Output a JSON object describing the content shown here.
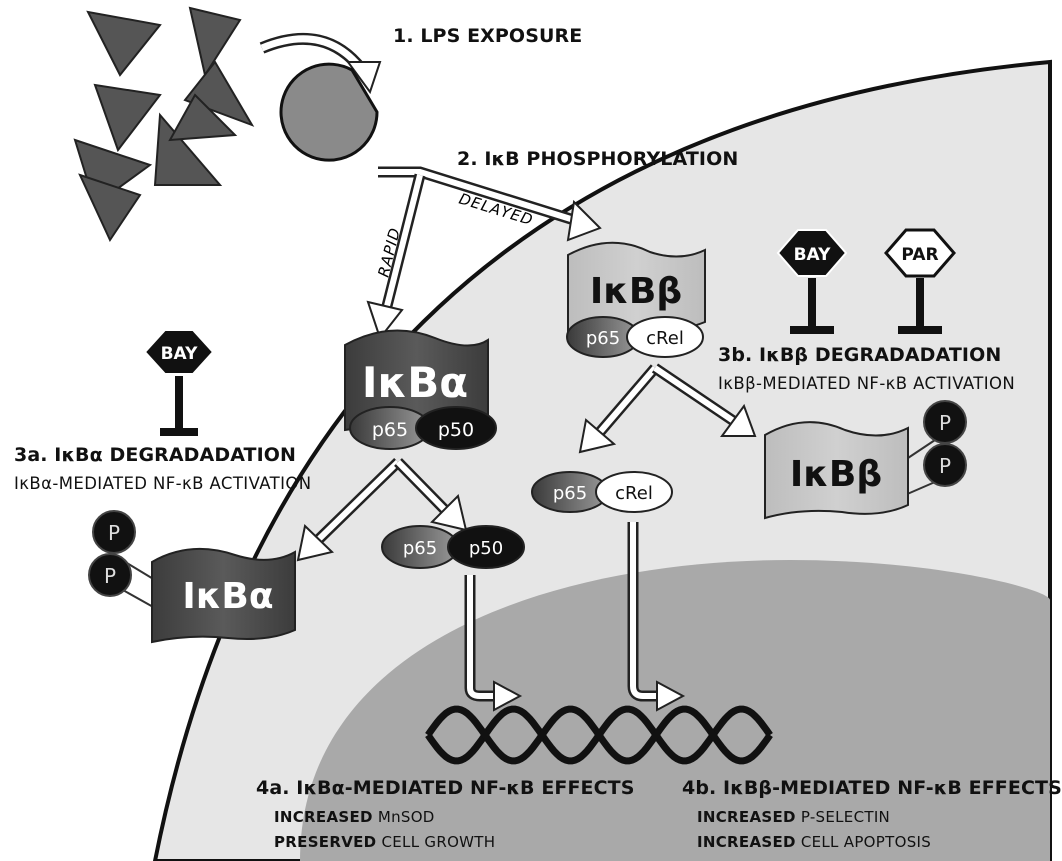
{
  "steps": {
    "step1": "1. LPS EXPOSURE",
    "step2": "2. IκB PHOSPHORYLATION",
    "rapid": "RAPID",
    "delayed": "DELAYED",
    "step3a": "3a. IκBα DEGRADADATION",
    "step3a_sub": "IκBα-MEDIATED NF-κB ACTIVATION",
    "step3b": "3b. IκBβ DEGRADADATION",
    "step3b_sub": "IκBβ-MEDIATED NF-κB ACTIVATION",
    "step4a": "4a. IκBα-MEDIATED NF-κB EFFECTS",
    "step4b": "4b. IκBβ-MEDIATED NF-κB EFFECTS"
  },
  "effects_4a": [
    {
      "bold": "INCREASED",
      "text": "MnSOD"
    },
    {
      "bold": "PRESERVED",
      "text": "CELL GROWTH"
    }
  ],
  "effects_4b": [
    {
      "bold": "INCREASED",
      "text": "P-SELECTIN"
    },
    {
      "bold": "INCREASED",
      "text": "CELL APOPTOSIS"
    }
  ],
  "proteins": {
    "ikba": "IκBα",
    "ikbb": "IκBβ",
    "p65": "p65",
    "p50": "p50",
    "crel": "cRel",
    "phospho": "P"
  },
  "inhibitors": {
    "bay": "BAY",
    "par": "PAR"
  },
  "colors": {
    "background": "#ffffff",
    "cytoplasm": "#e6e6e6",
    "nucleus": "#a9a9a9",
    "dark_protein": "#4a4a4a",
    "light_protein": "#c4c4c4",
    "black": "#111111"
  }
}
